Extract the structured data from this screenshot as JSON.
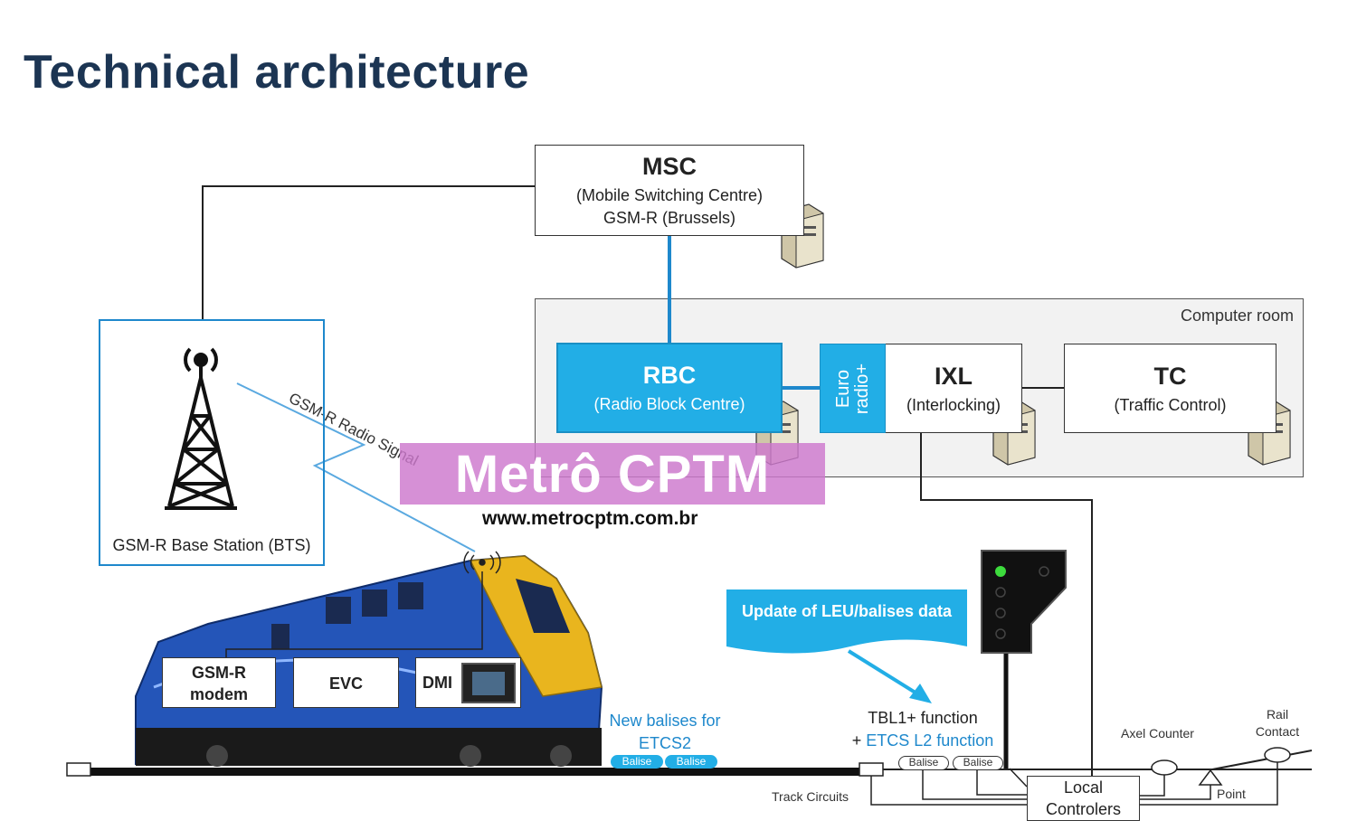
{
  "title": "Technical architecture",
  "msc": {
    "title": "MSC",
    "line1": "(Mobile Switching Centre)",
    "line2": "GSM-R (Brussels)"
  },
  "computer_room": {
    "label": "Computer room"
  },
  "rbc": {
    "title": "RBC",
    "subtitle": "(Radio Block Centre)"
  },
  "euroradio": {
    "line1": "Euro",
    "line2": "radio+"
  },
  "ixl": {
    "title": "IXL",
    "subtitle": "(Interlocking)"
  },
  "tc": {
    "title": "TC",
    "subtitle": "(Traffic Control)"
  },
  "bts": {
    "label": "GSM-R Base Station (BTS)"
  },
  "radio_signal": {
    "label": "GSM-R Radio Signal"
  },
  "onboard": {
    "gsmr_line1": "GSM-R",
    "gsmr_line2": "modem",
    "evc": "EVC",
    "dmi": "DMI"
  },
  "update_callout": {
    "text": "Update of LEU/balises data"
  },
  "new_balises": {
    "line1": "New balises for",
    "line2": "ETCS2"
  },
  "tbl": {
    "line1": "TBL1+ function",
    "line2_prefix": "+ ",
    "line2_rest": "ETCS L2 function"
  },
  "balise_label": "Balise",
  "track_circuits": "Track Circuits",
  "axel_counter": "Axel Counter",
  "rail_contact": {
    "line1": "Rail",
    "line2": "Contact"
  },
  "point": "Point",
  "local_controllers": {
    "line1": "Local",
    "line2": "Controlers"
  },
  "watermark": {
    "brand": "Metrô CPTM",
    "url": "www.metrocptm.com.br"
  },
  "colors": {
    "title": "#1c3553",
    "accent_blue": "#22aee6",
    "link_blue": "#1e88cc",
    "watermark": "#cd78cd"
  }
}
